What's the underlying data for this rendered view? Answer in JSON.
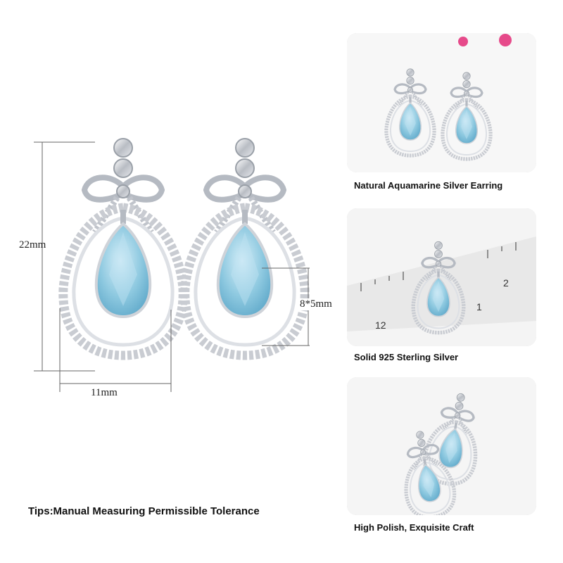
{
  "product": {
    "dimensions": {
      "height": "22mm",
      "width": "11mm",
      "stone": "8*5mm"
    },
    "tips": "Tips:Manual Measuring Permissible Tolerance"
  },
  "panels": [
    {
      "caption": "Natural Aquamarine Silver Earring"
    },
    {
      "caption": "Solid 925 Sterling Silver",
      "ruler_labels": [
        "1",
        "2",
        "12"
      ]
    },
    {
      "caption": "High Polish, Exquisite Craft"
    }
  ],
  "colors": {
    "silver": "#c9ccd2",
    "aquamarine": "#8ec9e0",
    "ruler": "#e8e8e8"
  }
}
